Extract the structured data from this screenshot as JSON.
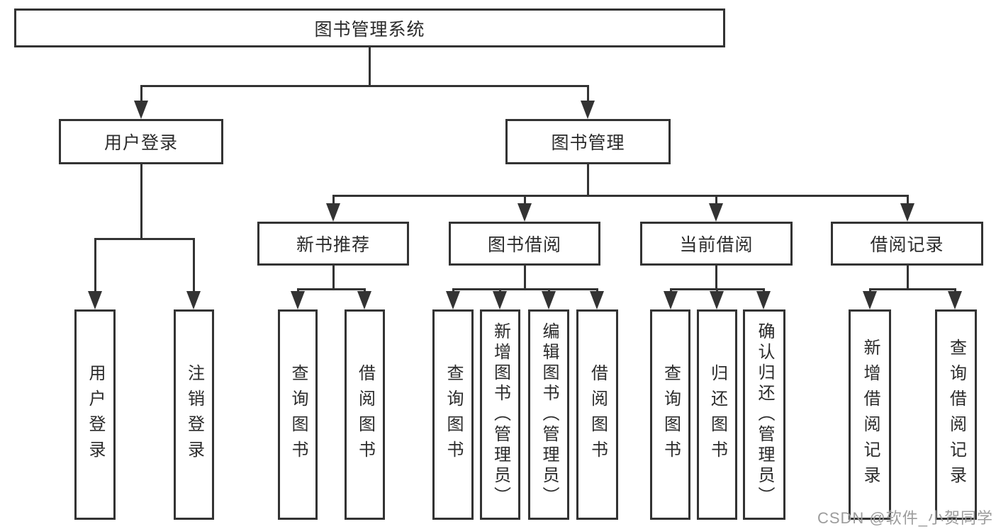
{
  "nodes": {
    "root": "图书管理系统",
    "user_login": "用户登录",
    "book_management": "图书管理",
    "new_book_recommend": "新书推荐",
    "book_borrow": "图书借阅",
    "current_borrow": "当前借阅",
    "borrow_records": "借阅记录",
    "leaf_user_login": "用户登录",
    "leaf_logout": "注销登录",
    "leaf_recommend_query": "查询图书",
    "leaf_recommend_borrow": "借阅图书",
    "leaf_borrow_query": "查询图书",
    "leaf_borrow_add": "新增图书（管理员）",
    "leaf_borrow_edit": "编辑图书（管理员）",
    "leaf_borrow_borrow": "借阅图书",
    "leaf_current_query": "查询图书",
    "leaf_current_return": "归还图书",
    "leaf_current_confirm": "确认归还（管理员）",
    "leaf_records_add": "新增借阅记录",
    "leaf_records_query": "查询借阅记录"
  },
  "hierarchy": {
    "图书管理系统": {
      "用户登录": [
        "用户登录",
        "注销登录"
      ],
      "图书管理": {
        "新书推荐": [
          "查询图书",
          "借阅图书"
        ],
        "图书借阅": [
          "查询图书",
          "新增图书（管理员）",
          "编辑图书（管理员）",
          "借阅图书"
        ],
        "当前借阅": [
          "查询图书",
          "归还图书",
          "确认归还（管理员）"
        ],
        "借阅记录": [
          "新增借阅记录",
          "查询借阅记录"
        ]
      }
    }
  },
  "watermark": "CSDN @软件_小贺同学",
  "colors": {
    "line": "#333333",
    "text": "#2b2b2b",
    "watermark": "#9c9c9c",
    "background": "#ffffff"
  }
}
